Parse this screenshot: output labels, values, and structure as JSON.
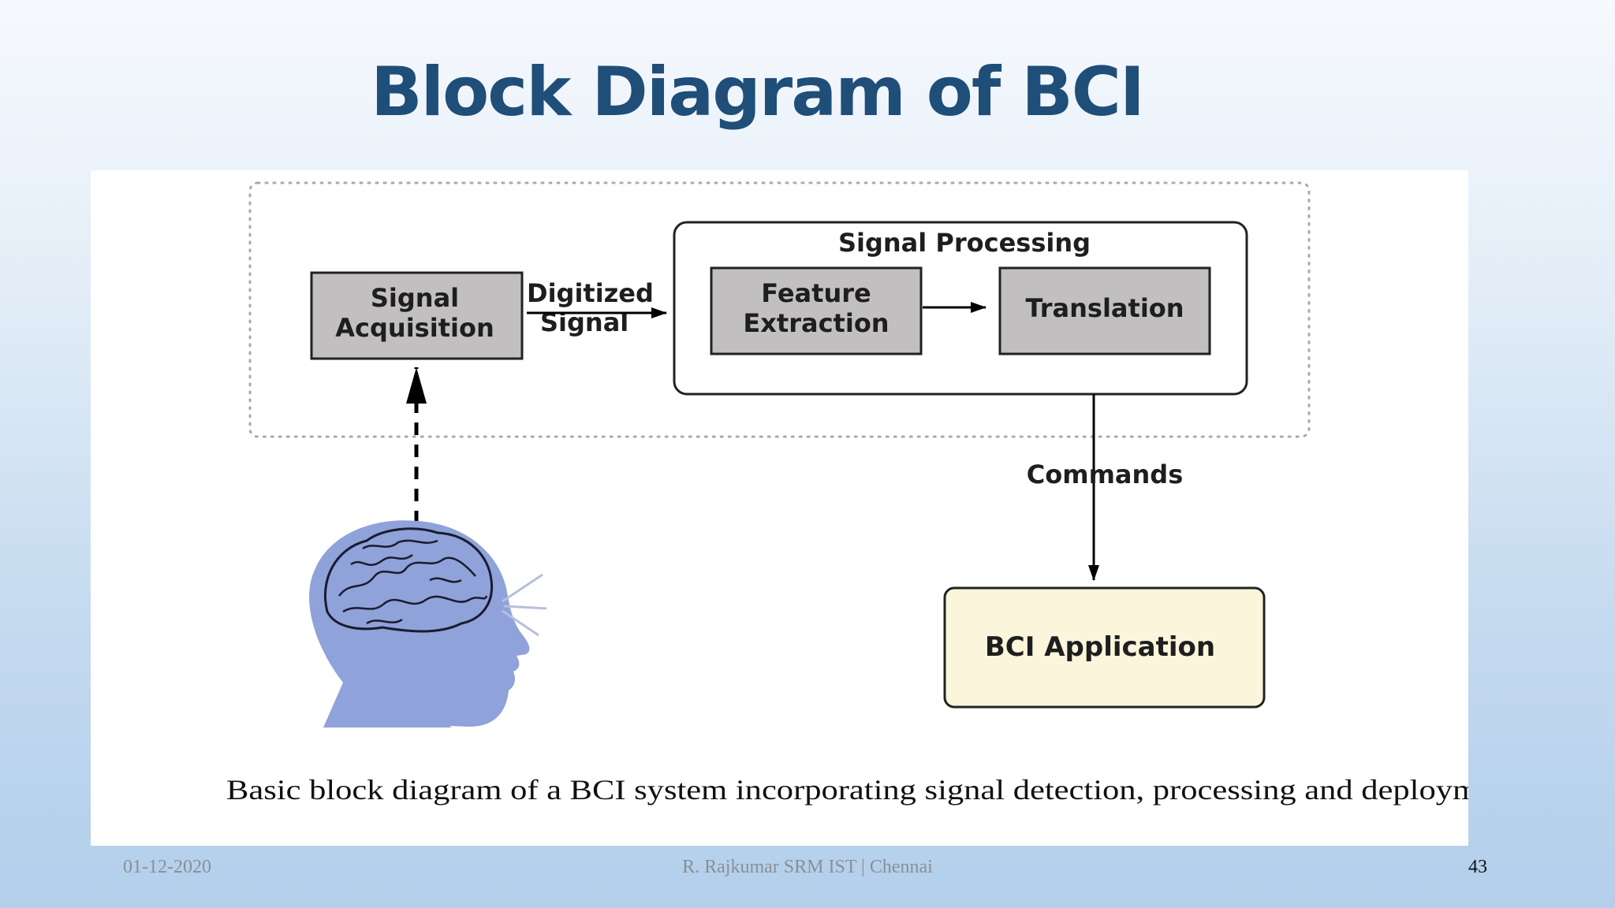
{
  "slide": {
    "title": "Block Diagram of BCI"
  },
  "diagram": {
    "signal_acquisition": [
      "Signal",
      "Acquisition"
    ],
    "digitized_signal": [
      "Digitized",
      "Signal"
    ],
    "signal_processing": "Signal Processing",
    "feature_extraction": [
      "Feature",
      "Extraction"
    ],
    "translation": "Translation",
    "commands": "Commands",
    "bci_application": "BCI Application",
    "caption": "Basic block diagram of a BCI system incorporating signal detection, processing and deployment",
    "colors": {
      "box_fill": "#c2bfc1",
      "application_fill": "#fbf5dc",
      "head_fill": "#8fa2d9",
      "dotted_border": "#a9a9a9"
    }
  },
  "footer": {
    "date": "01-12-2020",
    "author": "R. Rajkumar SRM IST | Chennai",
    "page_number": "43"
  }
}
